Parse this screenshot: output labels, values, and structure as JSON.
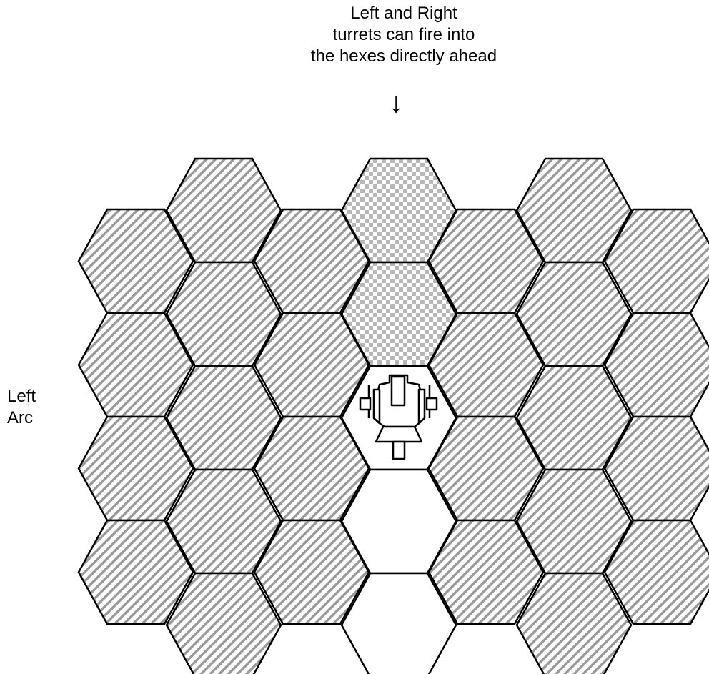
{
  "caption": {
    "line1": "Left and Right",
    "line2": "turrets can fire into",
    "line3": "the hexes directly ahead"
  },
  "arrow_glyph": "↓",
  "left_arc": {
    "line1": "Left",
    "line2": "Arc"
  },
  "legend_fills": {
    "side_arc": "diagonal-hatch",
    "forward_turret_overlap": "checkerboard",
    "ship_hex": "ship-icon",
    "rear": "empty"
  },
  "colors": {
    "line": "#000000",
    "hatch": "#9a9a9a",
    "checker": "#b8b8b8",
    "background": "#ffffff"
  }
}
